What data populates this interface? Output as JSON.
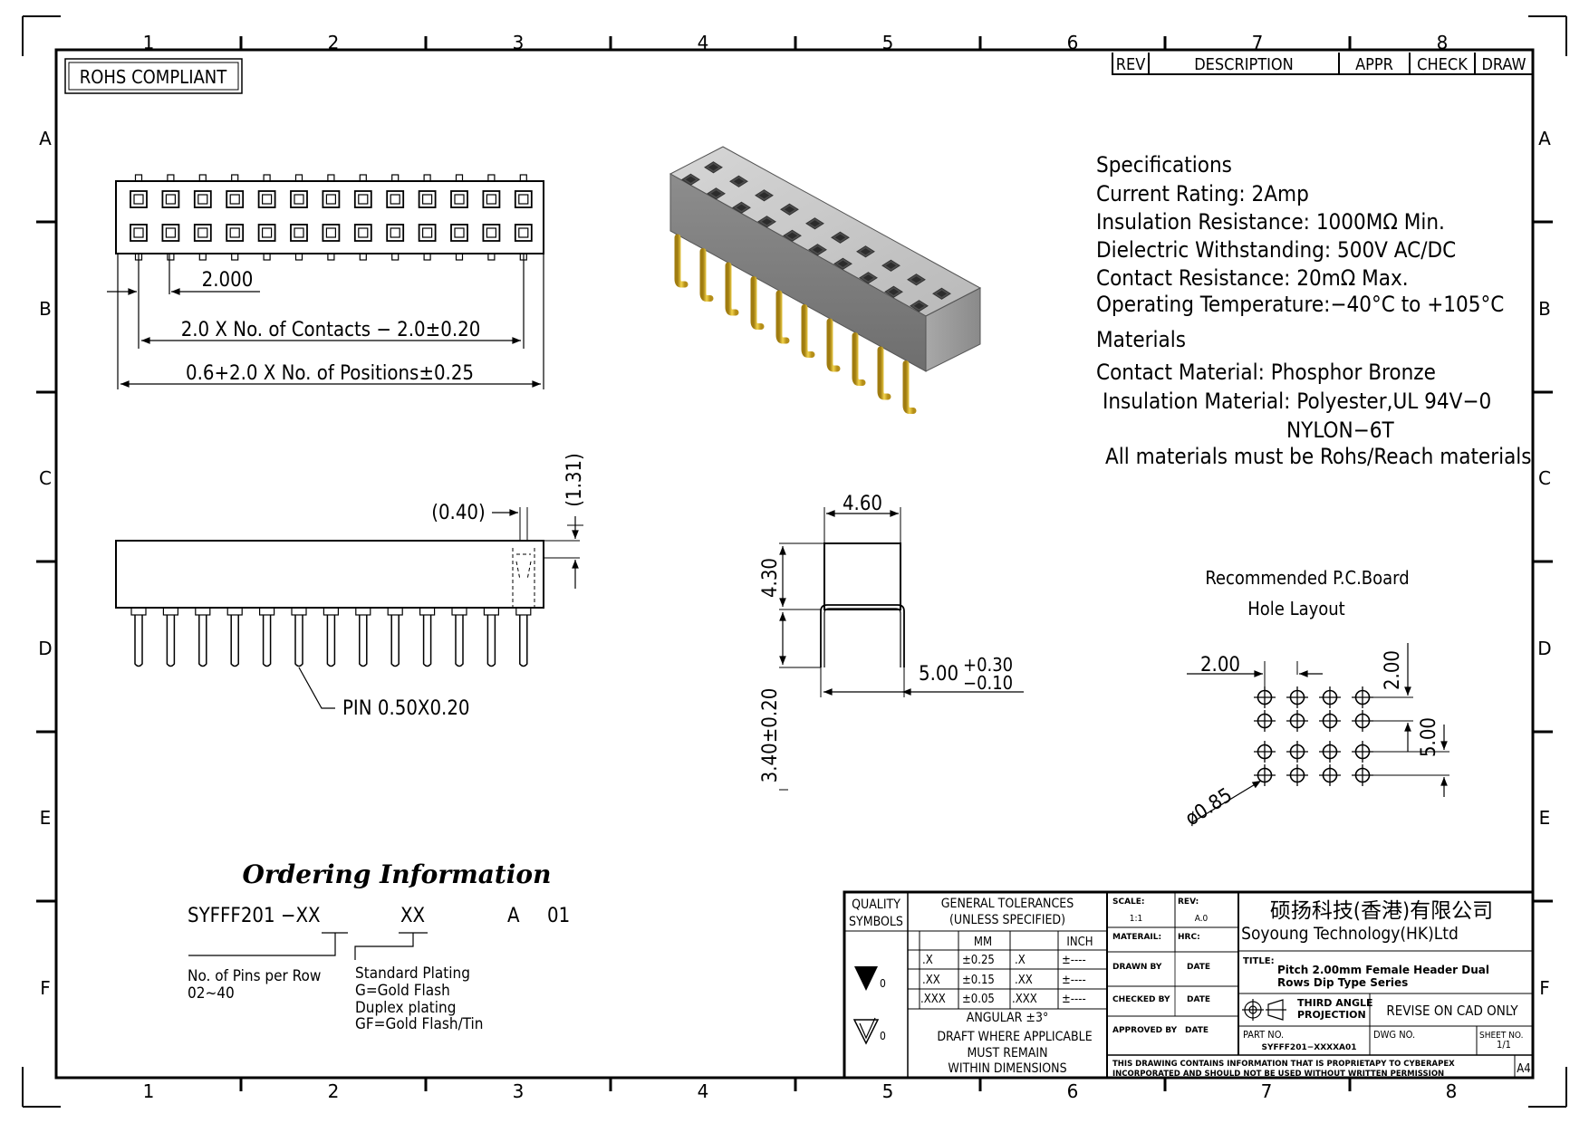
{
  "frame": {
    "col_labels": [
      "1",
      "2",
      "3",
      "4",
      "5",
      "6",
      "7",
      "8"
    ],
    "row_labels": [
      "A",
      "B",
      "C",
      "D",
      "E",
      "F"
    ]
  },
  "rohs": "ROHS COMPLIANT",
  "revision_table": {
    "rev": "REV",
    "description": "DESCRIPTION",
    "appr": "APPR",
    "check": "CHECK",
    "draw": "DRAW"
  },
  "specs": {
    "heading": "Specifications",
    "current": "Current  Rating:    2Amp",
    "insulation_resistance": "Insulation  Resistance:    1000MΩ  Min.",
    "dielectric": "Dielectric  Withstanding:    500V  AC/DC",
    "contact_resistance": "Contact  Resistance:    20mΩ  Max.",
    "operating_temp": "Operating  Temperature:−40°C  to  +105°C",
    "materials_heading": "Materials",
    "contact_material": "Contact  Material:  Phosphor  Bronze",
    "insulation_material": "Insulation  Material:  Polyester,UL  94V−0",
    "insulation_material_2": "NYLON−6T",
    "rohs_note": "All  materials  must  be  Rohs/Reach  materials"
  },
  "top_view": {
    "dim_pitch": "2.000",
    "dim_contacts": "2.0  X  No.  of  Contacts  −  2.0±0.20",
    "dim_positions": "0.6+2.0  X  No.  of  Positions±0.25"
  },
  "side_view": {
    "dim_040": "(0.40)",
    "dim_131": "(1.31)",
    "pin_label": "PIN  0.50X0.20"
  },
  "end_view": {
    "dim_460": "4.60",
    "dim_430": "4.30",
    "dim_340": "3.40±0.20",
    "dim_500": "5.00",
    "tol_plus": "+0.30",
    "tol_minus": "−0.10"
  },
  "pcb": {
    "title_1": "Recommended  P.C.Board",
    "title_2": "Hole  Layout",
    "dim_200_h": "2.00",
    "dim_200_v": "2.00",
    "dim_500_v": "5.00",
    "dim_hole": "ø0.85"
  },
  "ordering": {
    "title": "Ordering Information",
    "part_prefix": "SYFFF201  −XX",
    "part_xx": "XX",
    "part_a": "A",
    "part_01": "01",
    "pins_line1": "No.  of  Pins  per  Row",
    "pins_line2": "02~40",
    "plating_1": "Standard  Plating",
    "plating_2": "G=Gold  Flash",
    "plating_3": "Duplex  plating",
    "plating_4": "GF=Gold  Flash/Tin"
  },
  "title_block": {
    "quality_1": "QUALITY",
    "quality_2": "SYMBOLS",
    "sym_0a": "0",
    "sym_0b": "0",
    "tol_1": "GENERAL  TOLERANCES",
    "tol_2": "(UNLESS  SPECIFIED)",
    "mm": "MM",
    "inch": "INCH",
    "x1": ".X",
    "x1v": "±0.25",
    "x1i": ".X",
    "x1iv": "±----",
    "x2": ".XX",
    "x2v": "±0.15",
    "x2i": ".XX",
    "x2iv": "±----",
    "x3": ".XXX",
    "x3v": "±0.05",
    "x3i": ".XXX",
    "x3iv": "±----",
    "angular": "ANGULAR  ±3°",
    "draft_1": "DRAFT  WHERE  APPLICABLE",
    "draft_2": "MUST  REMAIN",
    "draft_3": "WITHIN  DIMENSIONS",
    "scale_lbl": "SCALE:",
    "scale_val": "1:1",
    "rev_lbl": "REV:",
    "rev_val": "A.0",
    "materail": "MATERAIL:",
    "hrc": "HRC:",
    "drawn_by": "DRAWN  BY",
    "checked_by": "CHECKED  BY",
    "approved_by": "APPROVED  BY",
    "date": "DATE",
    "company_cn": "硕扬科技(香港)有限公司",
    "company_en": "Soyoung  Technology(HK)Ltd",
    "title_lbl": "TITLE:",
    "title_1": "Pitch  2.00mm  Female  Header  Dual",
    "title_2": "Rows  Dip  Type  Series",
    "proj_1": "THIRD  ANGLE",
    "proj_2": "PROJECTION",
    "revise": "REVISE  ON  CAD  ONLY",
    "part_no_lbl": "PART  NO.",
    "part_no": "SYFFF201−XXXXA01",
    "dwg_no": "DWG  NO.",
    "sheet_lbl": "SHEET  NO.",
    "sheet_val": "1/1",
    "notice_1": "THIS  DRAWING  CONTAINS  INFORMATION  THAT  IS  PROPRIETAPY  TO  CYBERAPEX",
    "notice_2": "INCORPORATED  AND  SHOULD  NOT  BE  USED  WITHOUT  WRITTEN  PERMISSION",
    "size": "A4"
  }
}
